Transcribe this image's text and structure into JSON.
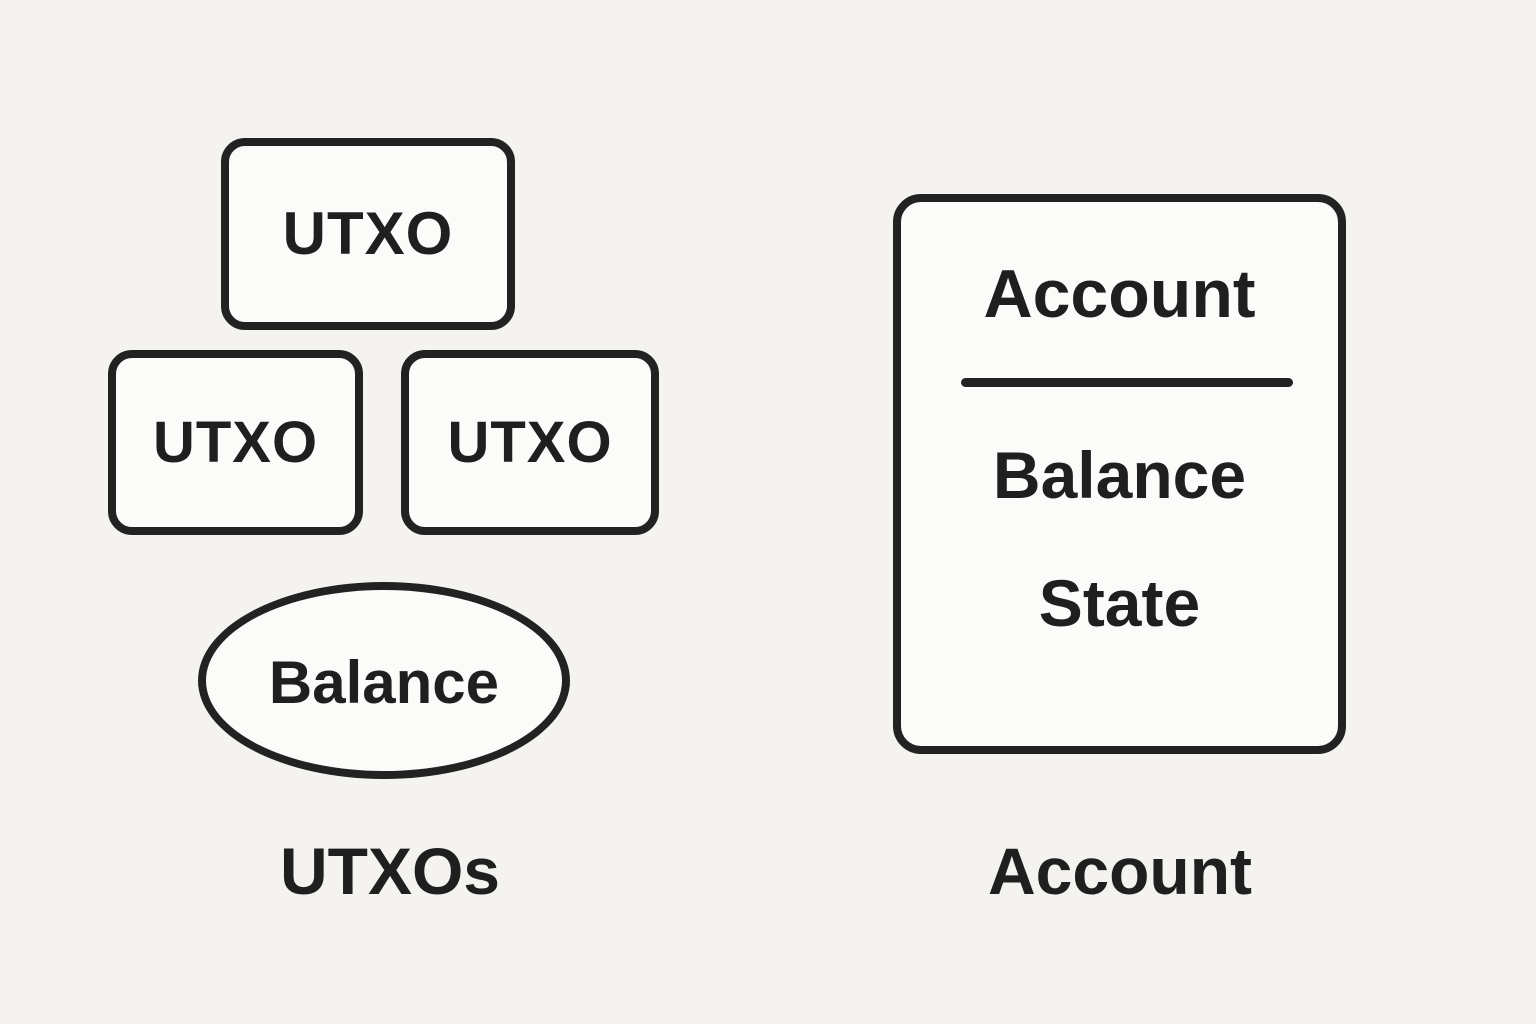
{
  "utxos": {
    "boxes": [
      "UTXO",
      "UTXO",
      "UTXO"
    ],
    "balance": "Balance",
    "caption": "UTXOs"
  },
  "account": {
    "card_title": "Account",
    "fields": [
      "Balance",
      "State"
    ],
    "caption": "Account"
  },
  "colors": {
    "background": "#f4f3ef",
    "stroke": "#222222",
    "fill": "#fbfbf9"
  }
}
